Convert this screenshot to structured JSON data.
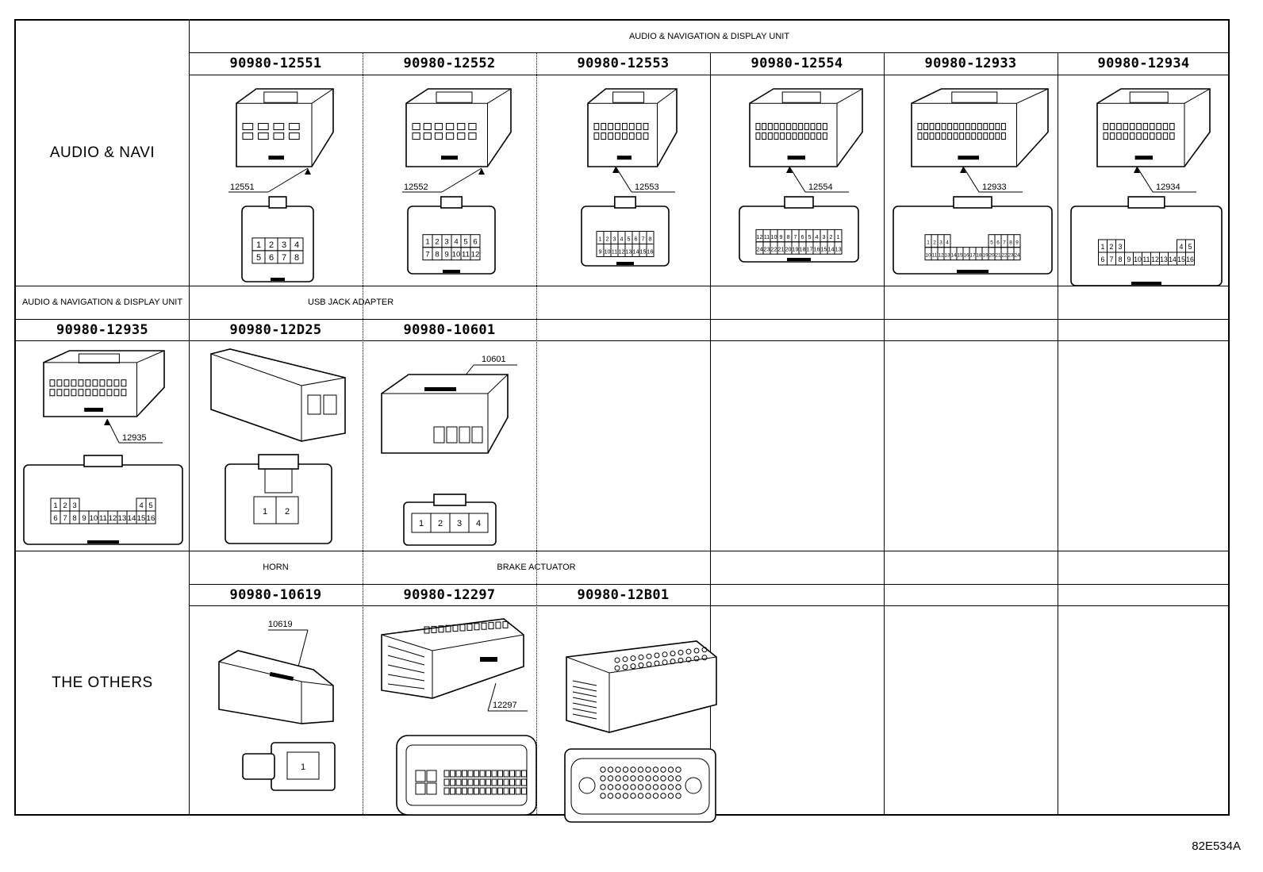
{
  "sections": [
    {
      "label": "AUDIO & NAVI"
    },
    {
      "label": "AUDIO & NAVIGATION & DISPLAY UNIT"
    },
    {
      "label": "THE OTHERS"
    }
  ],
  "row1": {
    "group": "AUDIO & NAVIGATION & DISPLAY UNIT",
    "parts": [
      {
        "pn": "90980-12551",
        "ref": "12551",
        "pins_top": [
          "1",
          "2",
          "3",
          "4"
        ],
        "pins_bottom": [
          "5",
          "6",
          "7",
          "8"
        ]
      },
      {
        "pn": "90980-12552",
        "ref": "12552",
        "pins_top": [
          "1",
          "2",
          "3",
          "4",
          "5",
          "6"
        ],
        "pins_bottom": [
          "7",
          "8",
          "9",
          "10",
          "11",
          "12"
        ]
      },
      {
        "pn": "90980-12553",
        "ref": "12553",
        "pins_top": [
          "1",
          "2",
          "3",
          "4",
          "5",
          "6",
          "7",
          "8"
        ],
        "pins_bottom": [
          "9",
          "10",
          "11",
          "12",
          "13",
          "14",
          "15",
          "16"
        ]
      },
      {
        "pn": "90980-12554",
        "ref": "12554",
        "pins_top": [
          "12",
          "11",
          "10",
          "9",
          "8",
          "7",
          "6",
          "5",
          "4",
          "3",
          "2",
          "1"
        ],
        "pins_bottom": [
          "24",
          "23",
          "22",
          "21",
          "20",
          "19",
          "18",
          "17",
          "16",
          "15",
          "14",
          "13"
        ]
      },
      {
        "pn": "90980-12933",
        "ref": "12933",
        "pins_top": [
          "1",
          "2",
          "3",
          "4",
          "5",
          "6",
          "7",
          "8",
          "9"
        ],
        "pins_bottom": [
          "10",
          "11",
          "12",
          "13",
          "14",
          "15",
          "16",
          "17",
          "18",
          "19",
          "20",
          "21",
          "22",
          "23",
          "24"
        ]
      },
      {
        "pn": "90980-12934",
        "ref": "12934",
        "pins_top": [
          "1",
          "2",
          "3",
          "4",
          "5"
        ],
        "pins_bottom": [
          "6",
          "7",
          "8",
          "9",
          "10",
          "11",
          "12",
          "13",
          "14",
          "15",
          "16"
        ]
      }
    ]
  },
  "row2": {
    "group_a": "AUDIO & NAVIGATION & DISPLAY UNIT",
    "group_b": "USB JACK ADAPTER",
    "parts": [
      {
        "pn": "90980-12935",
        "ref": "12935",
        "pins_top": [
          "1",
          "2",
          "3",
          "4",
          "5"
        ],
        "pins_bottom": [
          "6",
          "7",
          "8",
          "9",
          "10",
          "11",
          "12",
          "13",
          "14",
          "15",
          "16"
        ]
      },
      {
        "pn": "90980-12D25",
        "ref": "",
        "pins": [
          "1",
          "2"
        ]
      },
      {
        "pn": "90980-10601",
        "ref": "10601",
        "pins": [
          "1",
          "2",
          "3",
          "4"
        ]
      }
    ]
  },
  "row3": {
    "group_a": "HORN",
    "group_b": "BRAKE ACTUATOR",
    "parts": [
      {
        "pn": "90980-10619",
        "ref": "10619",
        "pins": [
          "1"
        ]
      },
      {
        "pn": "90980-12297",
        "ref": "12297"
      },
      {
        "pn": "90980-12B01",
        "ref": ""
      }
    ]
  },
  "illustration_code": "82E534A"
}
